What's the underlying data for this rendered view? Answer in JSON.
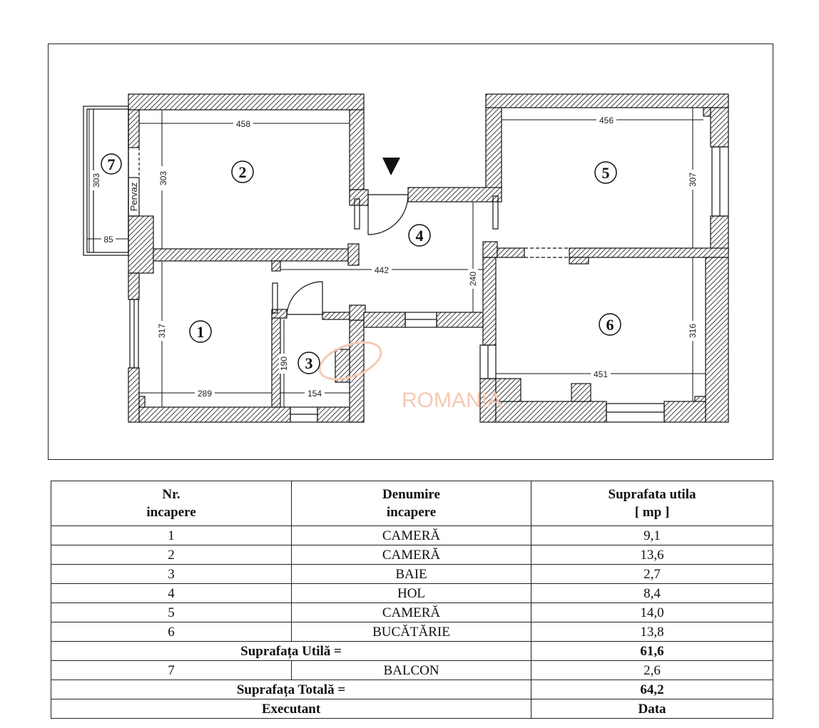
{
  "plan": {
    "rooms": [
      {
        "num": "1",
        "label": "1"
      },
      {
        "num": "2",
        "label": "2"
      },
      {
        "num": "3",
        "label": "3"
      },
      {
        "num": "4",
        "label": "4"
      },
      {
        "num": "5",
        "label": "5"
      },
      {
        "num": "6",
        "label": "6"
      },
      {
        "num": "7",
        "label": "7"
      }
    ],
    "dimensions": {
      "room2_width": "458",
      "room2_height": "303",
      "balcony_height": "303",
      "balcony_depth": "85",
      "room1_height": "317",
      "room1_width": "289",
      "room3_height": "190",
      "room3_width": "154",
      "hall_width": "442",
      "hall_height": "240",
      "room5_width": "456",
      "room5_height": "307",
      "room6_width": "451",
      "room6_height": "316"
    },
    "pervaz_label": "Pervaz",
    "watermark": "ROMANIA"
  },
  "table": {
    "headers": {
      "nr_line1": "Nr.",
      "nr_line2": "incapere",
      "name_line1": "Denumire",
      "name_line2": "incapere",
      "area_line1": "Suprafata utila",
      "area_line2": "[ mp ]"
    },
    "rows": [
      {
        "nr": "1",
        "name": "CAMERĂ",
        "area": "9,1"
      },
      {
        "nr": "2",
        "name": "CAMERĂ",
        "area": "13,6"
      },
      {
        "nr": "3",
        "name": "BAIE",
        "area": "2,7"
      },
      {
        "nr": "4",
        "name": "HOL",
        "area": "8,4"
      },
      {
        "nr": "5",
        "name": "CAMERĂ",
        "area": "14,0"
      },
      {
        "nr": "6",
        "name": "BUCĂTĂRIE",
        "area": "13,8"
      }
    ],
    "useful_label": "Suprafața Utilă =",
    "useful_value": "61,6",
    "balcony_row": {
      "nr": "7",
      "name": "BALCON",
      "area": "2,6"
    },
    "total_label": "Suprafața Totală =",
    "total_value": "64,2",
    "executant_label": "Executant",
    "date_label": "Data"
  }
}
